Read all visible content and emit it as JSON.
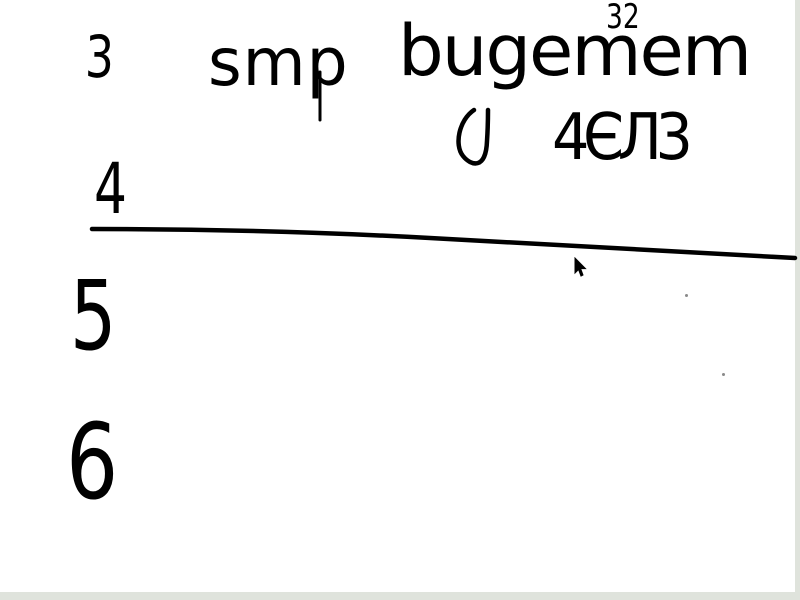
{
  "whiteboard": {
    "labels": {
      "number_3": "3",
      "middle_word": "smp",
      "word": "bugemem",
      "superscript": "32",
      "annotation": "4ЄЛ3",
      "number_4": "4",
      "number_5": "5",
      "number_6": "6"
    },
    "ink_color": "#000000",
    "background_color": "#ffffff"
  },
  "cursor": {
    "icon": "pointer-arrow-icon"
  }
}
